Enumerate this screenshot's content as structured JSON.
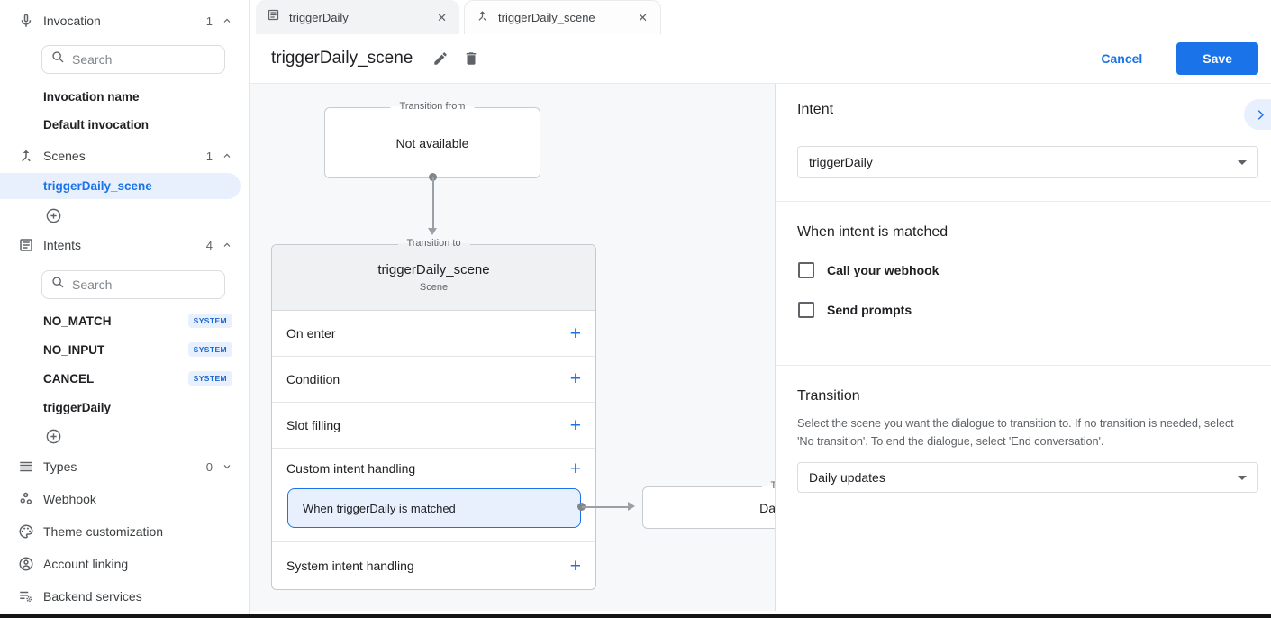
{
  "icons": {
    "plus": "+",
    "close": "✕"
  },
  "colors": {
    "accent": "#1a73e8",
    "selection_bg": "#e8f0fe",
    "badge_bg": "#e8f0fe",
    "badge_text": "#1967d2",
    "canvas_bg": "#f6f8fa"
  },
  "sidebar": {
    "invocation": {
      "label": "Invocation",
      "count": "1",
      "search_placeholder": "Search",
      "items": [
        "Invocation name",
        "Default invocation"
      ]
    },
    "scenes": {
      "label": "Scenes",
      "count": "1",
      "items": [
        {
          "name": "triggerDaily_scene",
          "selected": true
        }
      ]
    },
    "intents": {
      "label": "Intents",
      "count": "4",
      "search_placeholder": "Search",
      "items": [
        {
          "name": "NO_MATCH",
          "badge": "SYSTEM"
        },
        {
          "name": "NO_INPUT",
          "badge": "SYSTEM"
        },
        {
          "name": "CANCEL",
          "badge": "SYSTEM"
        },
        {
          "name": "triggerDaily"
        }
      ]
    },
    "types": {
      "label": "Types",
      "count": "0"
    },
    "links": [
      {
        "label": "Webhook"
      },
      {
        "label": "Theme customization"
      },
      {
        "label": "Account linking"
      },
      {
        "label": "Backend services"
      }
    ]
  },
  "tabs": [
    {
      "label": "triggerDaily",
      "active": false
    },
    {
      "label": "triggerDaily_scene",
      "active": true
    }
  ],
  "header": {
    "title": "triggerDaily_scene",
    "cancel_label": "Cancel",
    "save_label": "Save"
  },
  "canvas": {
    "transition_from": {
      "legend": "Transition from",
      "content": "Not available"
    },
    "scene_card": {
      "legend": "Transition to",
      "title": "triggerDaily_scene",
      "subtitle": "Scene",
      "rows": [
        "On enter",
        "Condition",
        "Slot filling",
        "Custom intent handling",
        "System intent handling"
      ],
      "selected_handler": "When triggerDaily is matched"
    },
    "target_card": {
      "legend": "Transition to",
      "content": "Daily updates"
    }
  },
  "panel": {
    "intent": {
      "heading": "Intent",
      "value": "triggerDaily"
    },
    "matched": {
      "heading": "When intent is matched",
      "checkboxes": [
        "Call your webhook",
        "Send prompts"
      ],
      "checked": [
        false,
        false
      ]
    },
    "transition": {
      "heading": "Transition",
      "description": "Select the scene you want the dialogue to transition to. If no transition is needed, select 'No transition'. To end the dialogue, select 'End conversation'.",
      "value": "Daily updates"
    }
  }
}
